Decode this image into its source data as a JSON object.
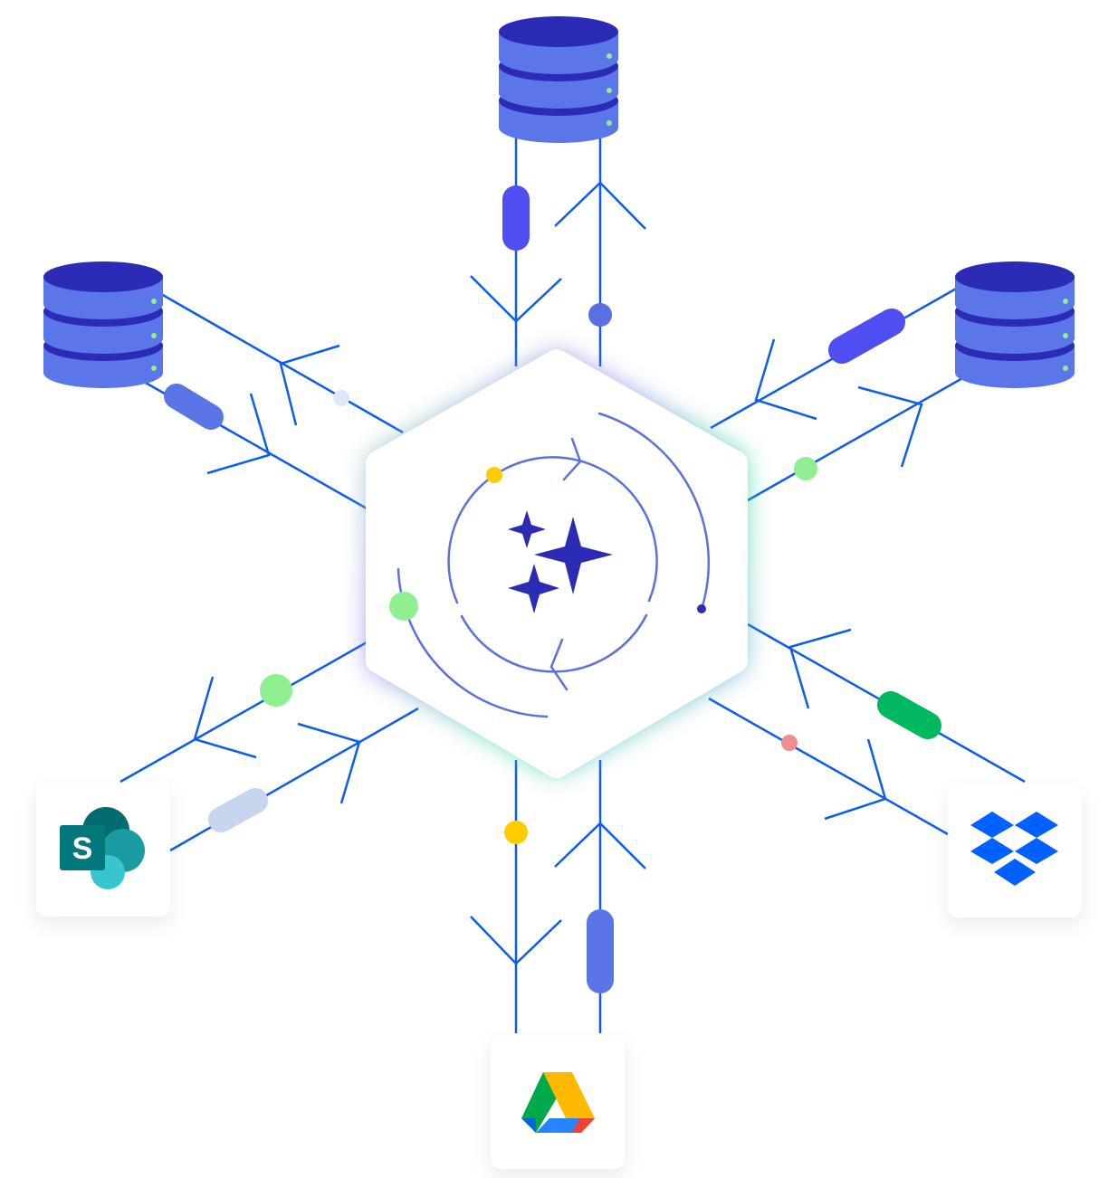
{
  "diagram": {
    "hub": {
      "icon": "sparkles-icon",
      "label_icon": "ai-hub"
    },
    "sources": [
      {
        "name": "database-top",
        "icon": "database-icon"
      },
      {
        "name": "database-left",
        "icon": "database-icon"
      },
      {
        "name": "database-right",
        "icon": "database-icon"
      },
      {
        "name": "sharepoint",
        "icon": "sharepoint-logo",
        "logo_letter": "S"
      },
      {
        "name": "dropbox",
        "icon": "dropbox-logo"
      },
      {
        "name": "google-drive",
        "icon": "google-drive-logo"
      }
    ]
  },
  "colors": {
    "line": "#0d5cf0",
    "db_dark": "#2b2bb5",
    "db_light": "#5a76e8",
    "accent_violet": "#4f4ef0",
    "green": "#8ef08e",
    "yellow": "#ffcc00",
    "star": "#2b2bb5",
    "orbit": "#5b72dc"
  }
}
